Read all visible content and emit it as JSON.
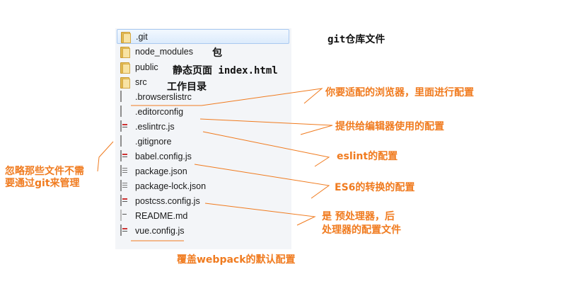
{
  "files": [
    {
      "name": ".git",
      "type": "folder"
    },
    {
      "name": "node_modules",
      "type": "folder"
    },
    {
      "name": "public",
      "type": "folder"
    },
    {
      "name": "src",
      "type": "folder"
    },
    {
      "name": ".browserslistrc",
      "type": "file"
    },
    {
      "name": ".editorconfig",
      "type": "file"
    },
    {
      "name": ".eslintrc.js",
      "type": "js"
    },
    {
      "name": ".gitignore",
      "type": "file"
    },
    {
      "name": "babel.config.js",
      "type": "js"
    },
    {
      "name": "package.json",
      "type": "json"
    },
    {
      "name": "package-lock.json",
      "type": "json"
    },
    {
      "name": "postcss.config.js",
      "type": "js"
    },
    {
      "name": "README.md",
      "type": "md"
    },
    {
      "name": "vue.config.js",
      "type": "js"
    }
  ],
  "annotations": {
    "git_repo": "git仓库文件",
    "package": "包",
    "static_page": "静态页面 index.html",
    "workdir": "工作目录",
    "browserslist": "你要适配的浏览器，里面进行配置",
    "editorconfig": "提供给编辑器使用的配置",
    "eslint": "eslint的配置",
    "gitignore_1": "忽略那些文件不需",
    "gitignore_2": "要通过git来管理",
    "babel": "ES6的转换的配置",
    "postcss_1": "是 预处理器，后",
    "postcss_2": "处理器的配置文件",
    "vueconfig": "覆盖webpack的默认配置"
  },
  "colors": {
    "annotation": "#f07b1f",
    "selection": "#dcebfc"
  }
}
